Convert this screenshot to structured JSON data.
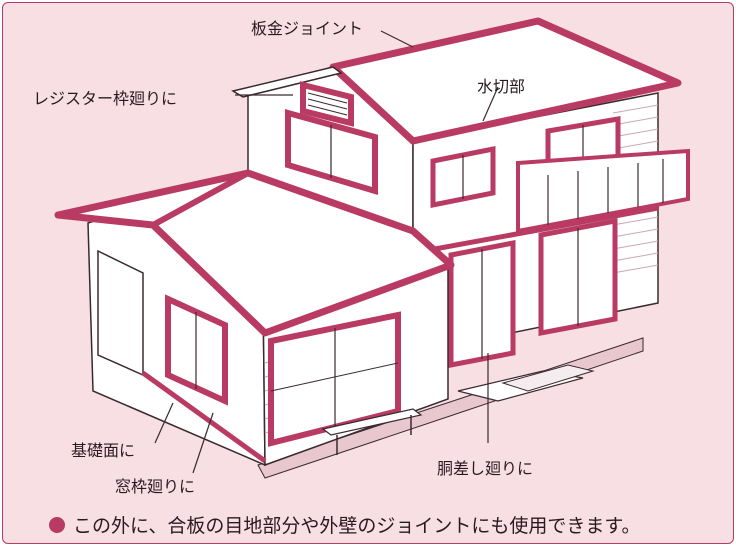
{
  "labels": {
    "sheet_metal_joint": "板金ジョイント",
    "register_frame": "レジスター枠廻りに",
    "flashing": "水切部",
    "foundation": "基礎面に",
    "window_frame": "窓枠廻りに",
    "band_trim": "胴差し廻りに"
  },
  "footer": {
    "text": "この外に、合板の目地部分や外壁のジョイントにも使用できます。"
  },
  "colors": {
    "accent": "#b93a63",
    "background": "#f7dfe4",
    "line": "#3a2a2e",
    "wall": "#ffffff"
  }
}
